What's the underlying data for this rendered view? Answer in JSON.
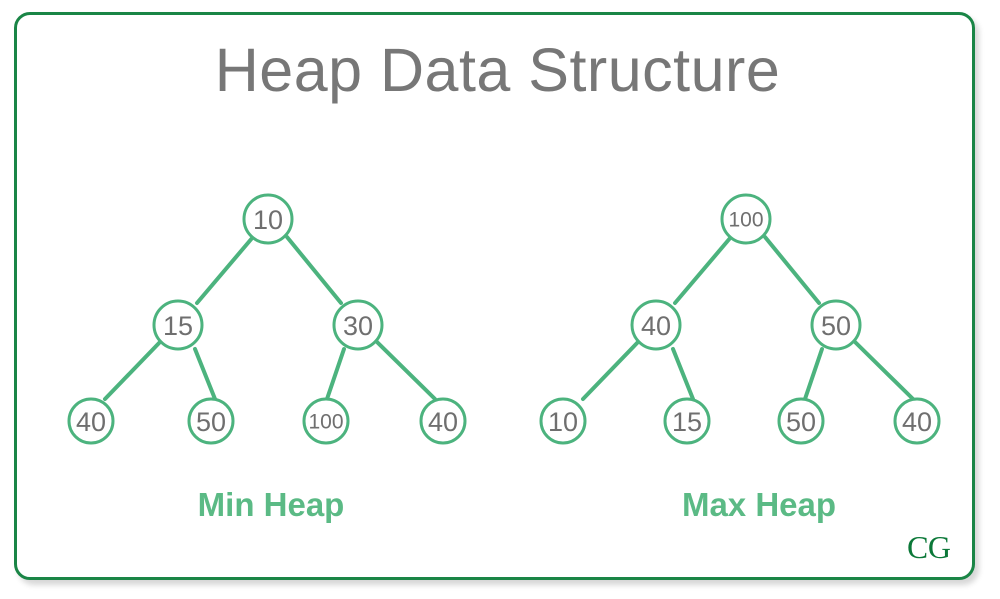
{
  "title": "Heap Data Structure",
  "colors": {
    "frame_border": "#1a8546",
    "node_stroke": "#4cb37e",
    "node_text": "#6f6f6f",
    "title_text": "#777777",
    "label_text": "#5bba85",
    "logo": "#0b7838",
    "background": "#ffffff"
  },
  "min_heap": {
    "label": "Min Heap",
    "root": {
      "value": "10"
    },
    "level2": [
      {
        "value": "15"
      },
      {
        "value": "30"
      }
    ],
    "leaves": [
      {
        "value": "40"
      },
      {
        "value": "50"
      },
      {
        "value": "100"
      },
      {
        "value": "40"
      }
    ]
  },
  "max_heap": {
    "label": "Max Heap",
    "root": {
      "value": "100"
    },
    "level2": [
      {
        "value": "40"
      },
      {
        "value": "50"
      }
    ],
    "leaves": [
      {
        "value": "10"
      },
      {
        "value": "15"
      },
      {
        "value": "50"
      },
      {
        "value": "40"
      }
    ]
  },
  "logo": {
    "left": "Ɔ",
    "right": "G"
  }
}
